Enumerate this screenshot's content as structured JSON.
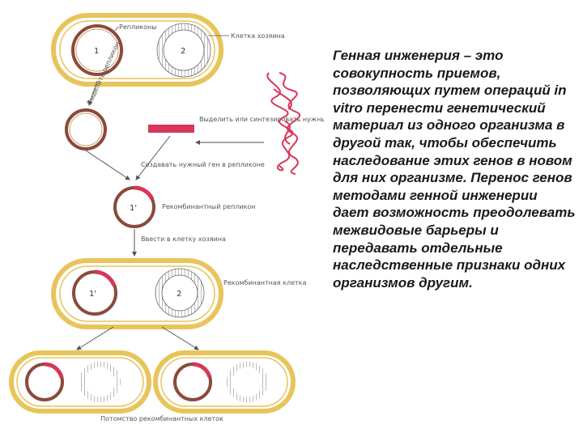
{
  "diagram": {
    "labels": {
      "replicon": "Репликоны",
      "host_cell": "Клетка хозяина",
      "isolate_replicon": "Выделить репликон",
      "isolate_or_synthesize": "Выделить или синтезировать нужный ген",
      "create_gene_in_replicon": "Создавать нужный ген в репликоне",
      "recombinant_replicon": "Рекомбинантный репликон",
      "insert_into_host": "Ввести в клетку хозяина",
      "recombinant_cell": "Рекомбинантная клетка",
      "recombinant_progeny": "Потомство рекомбинантных клеток"
    },
    "numbers": {
      "one": "1",
      "two": "2",
      "one_prime": "1'"
    },
    "colors": {
      "cell_outline": "#e8c45a",
      "replicon_ring": "#8b4a3a",
      "gene_segment": "#d8365a",
      "arrow": "#555555"
    }
  },
  "description": "Генная инженерия – это совокупность приемов, позволяющих путем операций in vitro перенести генетический материал из одного организма в другой так, чтобы обеспечить наследование этих генов в новом для них организме. Перенос генов методами генной инженерии дает возможность преодолевать межвидовые барьеры и передавать отдельные наследственные признаки одних организмов другим."
}
